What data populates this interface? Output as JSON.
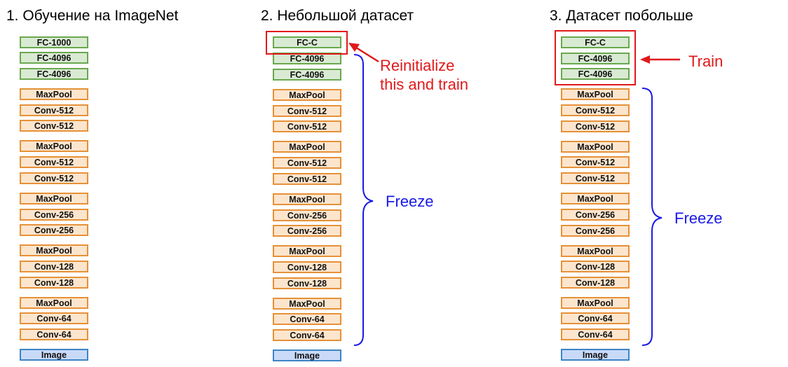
{
  "panels": [
    {
      "title": "1. Обучение на ImageNet",
      "top": [
        "FC-1000",
        "FC-4096",
        "FC-4096"
      ]
    },
    {
      "title": "2. Небольшой датасет",
      "top": [
        "FC-C",
        "FC-4096",
        "FC-4096"
      ]
    },
    {
      "title": "3. Датасет побольше",
      "top": [
        "FC-C",
        "FC-4096",
        "FC-4096"
      ]
    }
  ],
  "layers": [
    "MaxPool",
    "Conv-512",
    "Conv-512",
    "MaxPool",
    "Conv-512",
    "Conv-512",
    "MaxPool",
    "Conv-256",
    "Conv-256",
    "MaxPool",
    "Conv-128",
    "Conv-128",
    "MaxPool",
    "Conv-64",
    "Conv-64"
  ],
  "input_label": "Image",
  "annotations": {
    "reinit_line1": "Reinitialize",
    "reinit_line2": "this and train",
    "freeze": "Freeze",
    "train": "Train"
  },
  "colors": {
    "fc": "#d9ead3",
    "conv": "#fce5cd",
    "image": "#c9daf8",
    "highlight": "#e0191b",
    "freeze": "#1a1ae6"
  }
}
